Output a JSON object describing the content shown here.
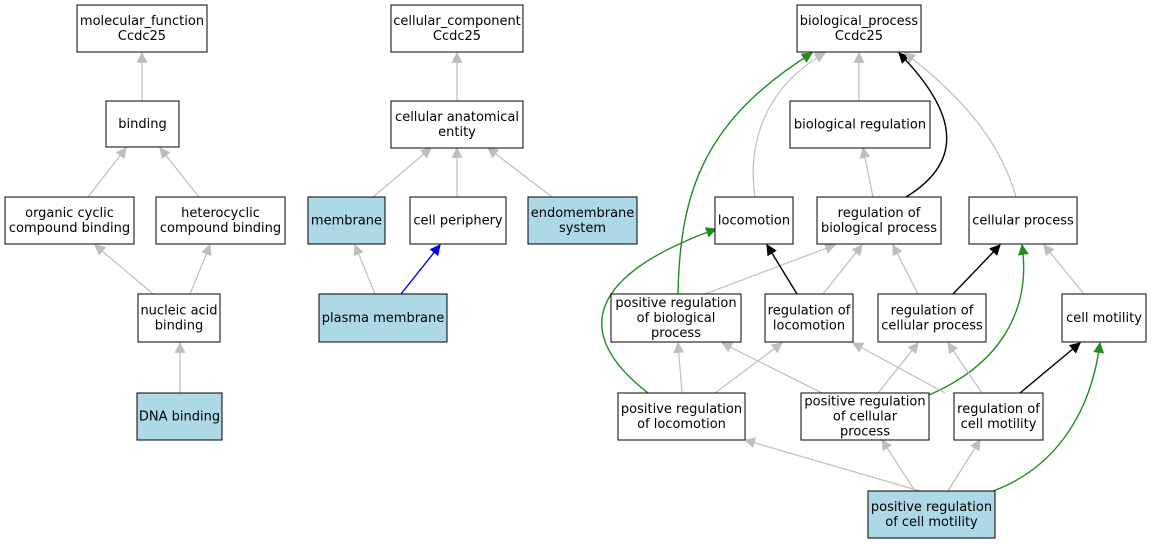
{
  "graph": {
    "colors": {
      "highlight_fill": "#add8e6",
      "default_fill": "#ffffff",
      "is_a_edge": "#bebebe",
      "regulates_edge": "#000000",
      "positively_regulates_edge": "#228b22",
      "part_of_edge": "#0000ff"
    },
    "edge_types": [
      "is_a",
      "regulates",
      "positively_regulates",
      "part_of"
    ],
    "nodes": [
      {
        "id": "mf",
        "lines": [
          "molecular_function",
          "Ccdc25"
        ],
        "highlight": false
      },
      {
        "id": "binding",
        "lines": [
          "binding"
        ],
        "highlight": false
      },
      {
        "id": "ocb",
        "lines": [
          "organic cyclic",
          "compound binding"
        ],
        "highlight": false
      },
      {
        "id": "hcb",
        "lines": [
          "heterocyclic",
          "compound binding"
        ],
        "highlight": false
      },
      {
        "id": "nab",
        "lines": [
          "nucleic acid",
          "binding"
        ],
        "highlight": false
      },
      {
        "id": "dnab",
        "lines": [
          "DNA binding"
        ],
        "highlight": true
      },
      {
        "id": "cc",
        "lines": [
          "cellular_component",
          "Ccdc25"
        ],
        "highlight": false
      },
      {
        "id": "cae",
        "lines": [
          "cellular anatomical",
          "entity"
        ],
        "highlight": false
      },
      {
        "id": "membrane",
        "lines": [
          "membrane"
        ],
        "highlight": true
      },
      {
        "id": "cellper",
        "lines": [
          "cell periphery"
        ],
        "highlight": false
      },
      {
        "id": "endo",
        "lines": [
          "endomembrane",
          "system"
        ],
        "highlight": true
      },
      {
        "id": "pm",
        "lines": [
          "plasma membrane"
        ],
        "highlight": true
      },
      {
        "id": "bp",
        "lines": [
          "biological_process",
          "Ccdc25"
        ],
        "highlight": false
      },
      {
        "id": "bioreg",
        "lines": [
          "biological regulation"
        ],
        "highlight": false
      },
      {
        "id": "loco",
        "lines": [
          "locomotion"
        ],
        "highlight": false
      },
      {
        "id": "regbp",
        "lines": [
          "regulation of",
          "biological process"
        ],
        "highlight": false
      },
      {
        "id": "cellproc",
        "lines": [
          "cellular process"
        ],
        "highlight": false
      },
      {
        "id": "posregbp",
        "lines": [
          "positive regulation",
          "of biological",
          "process"
        ],
        "highlight": false
      },
      {
        "id": "regloco",
        "lines": [
          "regulation of",
          "locomotion"
        ],
        "highlight": false
      },
      {
        "id": "regcp",
        "lines": [
          "regulation of",
          "cellular process"
        ],
        "highlight": false
      },
      {
        "id": "cellmot",
        "lines": [
          "cell motility"
        ],
        "highlight": false
      },
      {
        "id": "posregloco",
        "lines": [
          "positive regulation",
          "of locomotion"
        ],
        "highlight": false
      },
      {
        "id": "posregcp",
        "lines": [
          "positive regulation",
          "of cellular",
          "process"
        ],
        "highlight": false
      },
      {
        "id": "regcm",
        "lines": [
          "regulation of",
          "cell motility"
        ],
        "highlight": false
      },
      {
        "id": "posregcm",
        "lines": [
          "positive regulation",
          "of cell motility"
        ],
        "highlight": true
      }
    ],
    "edges": [
      {
        "from": "binding",
        "to": "mf",
        "type": "is_a"
      },
      {
        "from": "ocb",
        "to": "binding",
        "type": "is_a"
      },
      {
        "from": "hcb",
        "to": "binding",
        "type": "is_a"
      },
      {
        "from": "nab",
        "to": "ocb",
        "type": "is_a"
      },
      {
        "from": "nab",
        "to": "hcb",
        "type": "is_a"
      },
      {
        "from": "dnab",
        "to": "nab",
        "type": "is_a"
      },
      {
        "from": "cae",
        "to": "cc",
        "type": "is_a"
      },
      {
        "from": "membrane",
        "to": "cae",
        "type": "is_a"
      },
      {
        "from": "cellper",
        "to": "cae",
        "type": "is_a"
      },
      {
        "from": "endo",
        "to": "cae",
        "type": "is_a"
      },
      {
        "from": "pm",
        "to": "membrane",
        "type": "is_a"
      },
      {
        "from": "pm",
        "to": "cellper",
        "type": "part_of"
      },
      {
        "from": "bioreg",
        "to": "bp",
        "type": "is_a"
      },
      {
        "from": "loco",
        "to": "bp",
        "type": "is_a"
      },
      {
        "from": "regbp",
        "to": "bp",
        "type": "regulates"
      },
      {
        "from": "cellproc",
        "to": "bp",
        "type": "is_a"
      },
      {
        "from": "posregbp",
        "to": "bp",
        "type": "positively_regulates"
      },
      {
        "from": "regbp",
        "to": "bioreg",
        "type": "is_a"
      },
      {
        "from": "posregbp",
        "to": "regbp",
        "type": "is_a"
      },
      {
        "from": "regloco",
        "to": "loco",
        "type": "regulates"
      },
      {
        "from": "regloco",
        "to": "regbp",
        "type": "is_a"
      },
      {
        "from": "regcp",
        "to": "regbp",
        "type": "is_a"
      },
      {
        "from": "regcp",
        "to": "cellproc",
        "type": "regulates"
      },
      {
        "from": "cellmot",
        "to": "cellproc",
        "type": "is_a"
      },
      {
        "from": "posregloco",
        "to": "posregbp",
        "type": "is_a"
      },
      {
        "from": "posregloco",
        "to": "regloco",
        "type": "is_a"
      },
      {
        "from": "posregloco",
        "to": "loco",
        "type": "positively_regulates"
      },
      {
        "from": "posregcp",
        "to": "posregbp",
        "type": "is_a"
      },
      {
        "from": "posregcp",
        "to": "regcp",
        "type": "is_a"
      },
      {
        "from": "posregcp",
        "to": "cellproc",
        "type": "positively_regulates"
      },
      {
        "from": "regcm",
        "to": "regloco",
        "type": "is_a"
      },
      {
        "from": "regcm",
        "to": "regcp",
        "type": "is_a"
      },
      {
        "from": "regcm",
        "to": "cellmot",
        "type": "regulates"
      },
      {
        "from": "posregcm",
        "to": "posregloco",
        "type": "is_a"
      },
      {
        "from": "posregcm",
        "to": "posregcp",
        "type": "is_a"
      },
      {
        "from": "posregcm",
        "to": "regcm",
        "type": "is_a"
      },
      {
        "from": "posregcm",
        "to": "cellmot",
        "type": "positively_regulates"
      }
    ]
  }
}
